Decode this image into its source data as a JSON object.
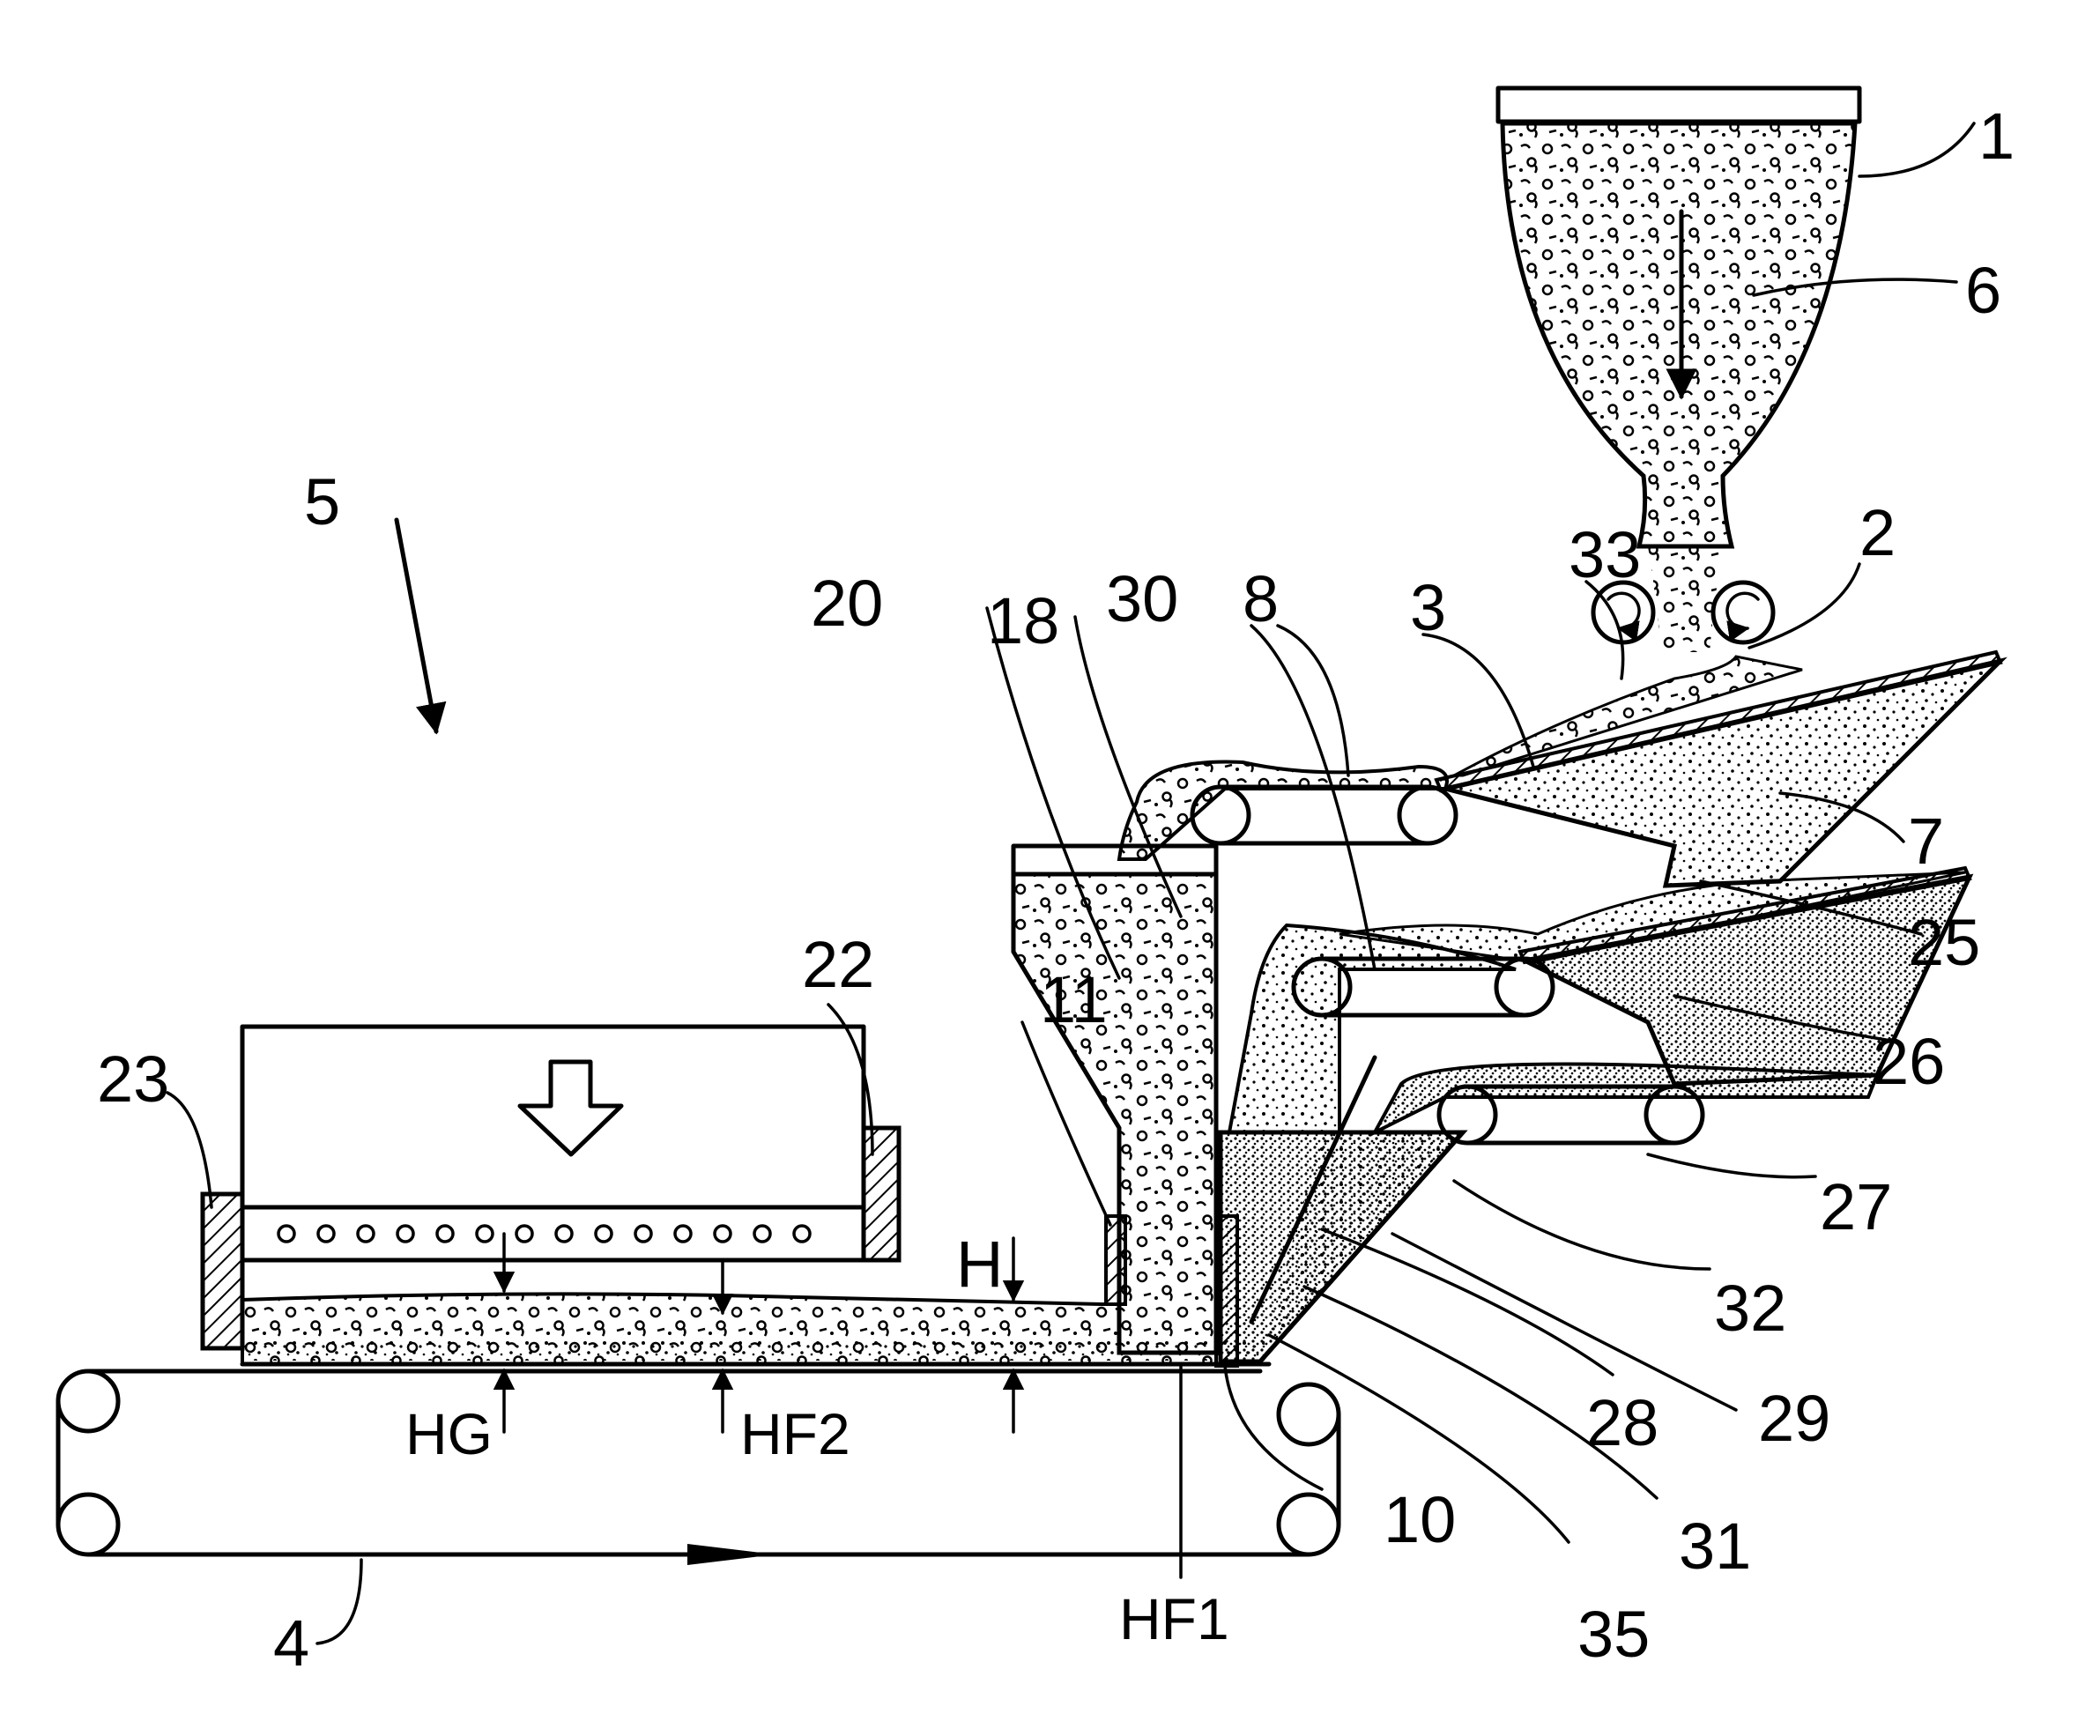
{
  "figure": {
    "labels": {
      "l1": "1",
      "l2": "2",
      "l3": "3",
      "l4": "4",
      "l5": "5",
      "l6": "6",
      "l7": "7",
      "l8": "8",
      "l10": "10",
      "l11": "11",
      "l18": "18",
      "l20": "20",
      "l22": "22",
      "l23": "23",
      "l25": "25",
      "l26": "26",
      "l27": "27",
      "l28": "28",
      "l29": "29",
      "l30": "30",
      "l31": "31",
      "l32": "32",
      "l33": "33",
      "l35": "35",
      "h": "H",
      "hg": "HG",
      "hf1": "HF1",
      "hf2": "HF2"
    },
    "ink_color": "#000000",
    "paper_color": "#ffffff"
  }
}
